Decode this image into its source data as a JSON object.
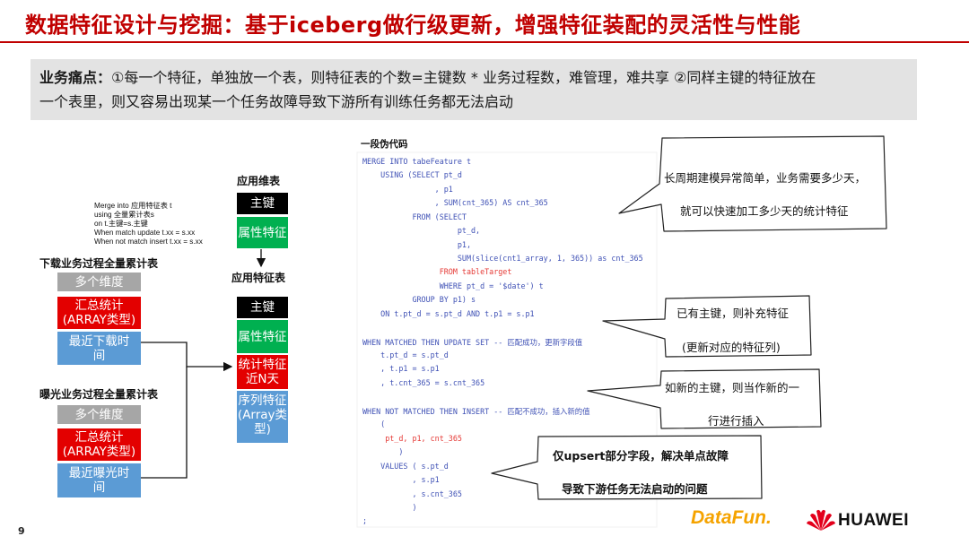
{
  "title": "数据特征设计与挖掘：基于iceberg做行级更新，增强特征装配的灵活性与性能",
  "pain_point": {
    "label": "业务痛点：",
    "line1": "①每一个特征，单独放一个表，则特征表的个数=主键数 * 业务过程数，难管理，难共享 ②同样主键的特征放在",
    "line2": "一个表里，则又容易出现某一个任务故障导致下游所有训练任务都无法启动"
  },
  "sql_note": [
    "Merge into 应用特征表 t",
    "using 全量累计表s",
    "on t.主键=s.主键",
    "When match update t.xx = s.xx",
    "When not match insert t.xx = s.xx"
  ],
  "download_section": {
    "label": "下载业务过程全量累计表",
    "dims": "多个维度",
    "stats": "汇总统计\n(ARRAY类型)",
    "recent": "最近下载时\n间"
  },
  "exposure_section": {
    "label": "曝光业务过程全量累计表",
    "dims": "多个维度",
    "stats": "汇总统计\n(ARRAY类型)",
    "recent": "最近曝光时\n间"
  },
  "dim_table": {
    "label": "应用维表",
    "key": "主键",
    "attr": "属性特征"
  },
  "feature_table": {
    "label": "应用特征表",
    "key": "主键",
    "attr": "属性特征",
    "stats": "统计特征\n近N天",
    "seq": "序列特征\n(Array类\n型)"
  },
  "code_title": "一段伪代码",
  "code_lines": [
    "MERGE INTO tabeFeature t",
    "    USING (SELECT pt_d",
    "                , p1",
    "                , SUM(cnt_365) AS cnt_365",
    "           FROM (SELECT",
    "                     pt_d,",
    "                     p1,",
    "                     SUM(slice(cnt1_array, 1, 365)) as cnt_365",
    "                 FROM tableTarget",
    "                 WHERE pt_d = '$date') t",
    "           GROUP BY p1) s",
    "    ON t.pt_d = s.pt_d AND t.p1 = s.p1",
    "",
    "WHEN MATCHED THEN UPDATE SET -- 匹配成功，更新字段值",
    "    t.pt_d = s.pt_d",
    "    , t.p1 = s.p1",
    "    , t.cnt_365 = s.cnt_365",
    "",
    "WHEN NOT MATCHED THEN INSERT -- 匹配不成功，插入新的值",
    "    (",
    "     pt_d, p1, cnt_365",
    "        )",
    "    VALUES ( s.pt_d",
    "           , s.p1",
    "           , s.cnt_365",
    "           )",
    ";"
  ],
  "callouts": {
    "c1_line1": "长周期建模异常简单，业务需要多少天，",
    "c1_line2": "就可以快速加工多少天的统计特征",
    "c2_line1": "已有主键，则补充特征",
    "c2_line2": "(更新对应的特征列)",
    "c3_line1": "如新的主键，则当作新的一",
    "c3_line2": "行进行插入",
    "c4_line1": "仅upsert部分字段，解决单点故障",
    "c4_line2": "导致下游任务无法启动的问题"
  },
  "page_number": "9",
  "logos": {
    "datafun": "DataFun.",
    "huawei": "HUAWEI"
  },
  "colors": {
    "title": "#c00000",
    "red_box": "#e30000",
    "blue_box": "#5b9bd5",
    "green_box": "#00b050",
    "gray_box": "#a6a6a6",
    "code_keyword": "#3f51b5",
    "code_string": "#e53935",
    "datafun": "#f5a300",
    "huawei_red": "#e3001b"
  }
}
